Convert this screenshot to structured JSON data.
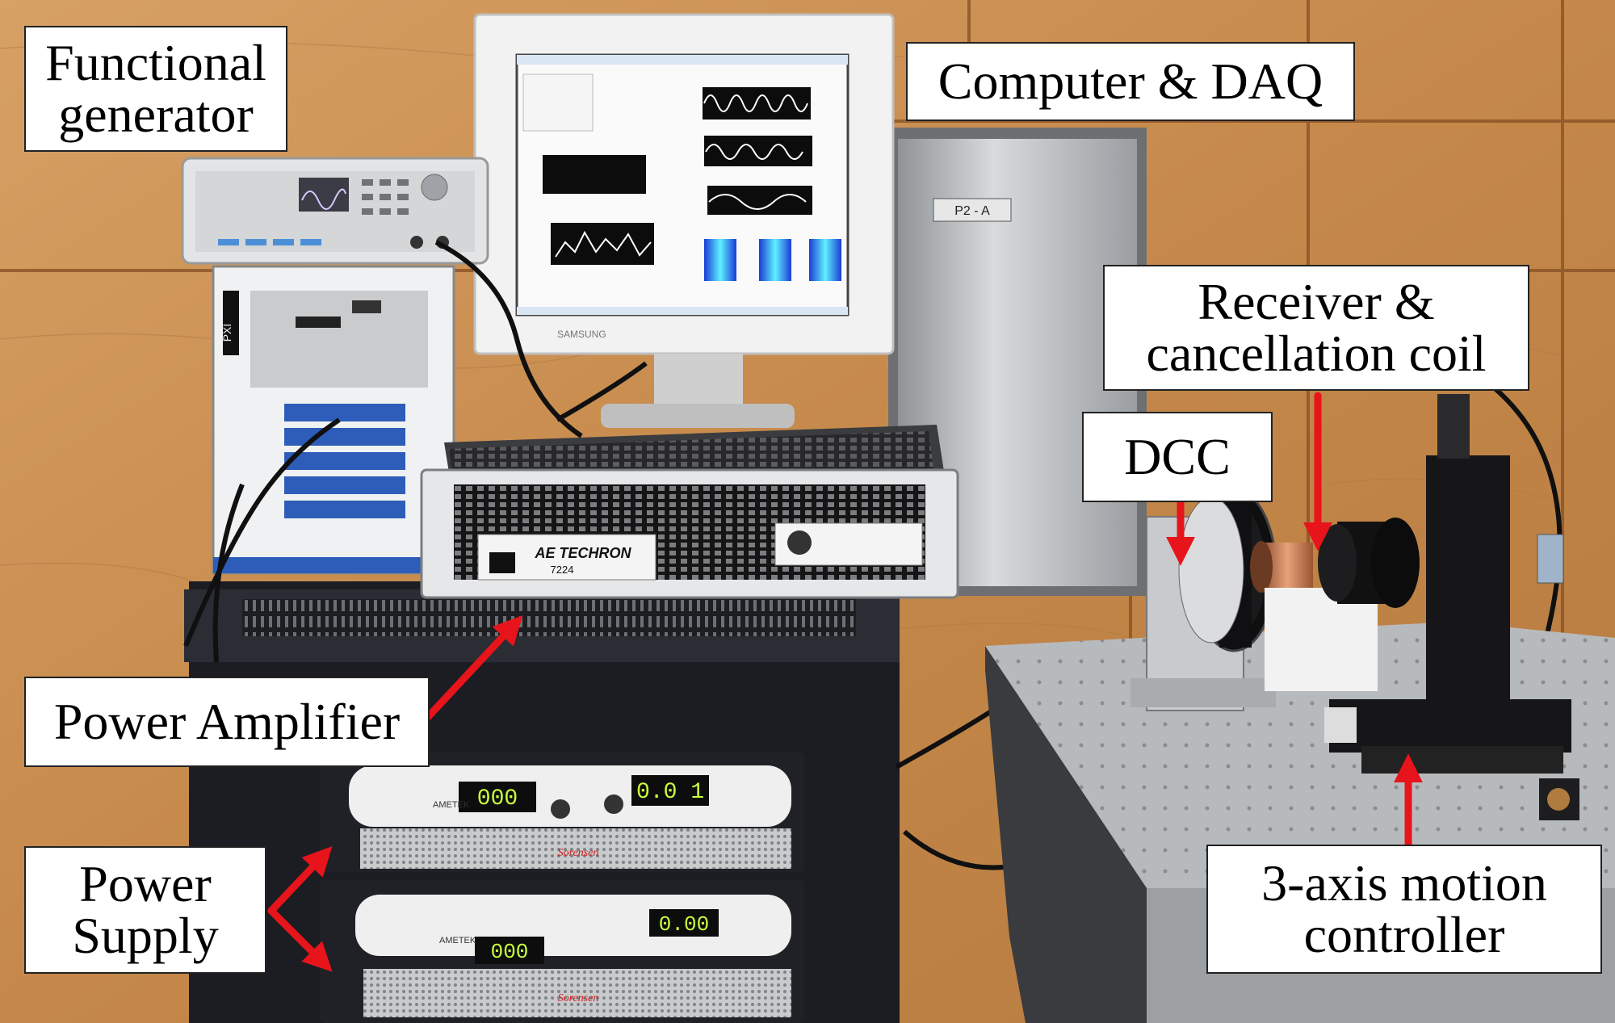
{
  "labels": {
    "functional_generator": [
      "Functional",
      "generator"
    ],
    "computer_daq": [
      "Computer & DAQ"
    ],
    "receiver_coil": [
      "Receiver &",
      "cancellation coil"
    ],
    "dcc": [
      "DCC"
    ],
    "power_amplifier": [
      "Power Amplifier"
    ],
    "power_supply": [
      "Power",
      "Supply"
    ],
    "motion_controller": [
      "3-axis motion",
      "controller"
    ]
  },
  "equipment_text": {
    "amplifier_brand": "AE TECHRON",
    "amplifier_model": "7224",
    "psu1_left_display": "000",
    "psu1_right_display": "0.0 1",
    "psu2_left_display": "000",
    "psu2_right_display": "0.00",
    "psu_brand": "AMETEK",
    "psu_logo": "Sorensen",
    "monitor_brand": "SAMSUNG",
    "room_sign": "P2 - A",
    "daq_chassis": "PXI"
  },
  "colors": {
    "wall_wood": "#c98d4f",
    "wall_wood_dark": "#a86a34",
    "rack_black": "#1b1d22",
    "arrow_red": "#e8141b",
    "steel": "#b9bcbf",
    "led_green": "#c8ff3c"
  }
}
